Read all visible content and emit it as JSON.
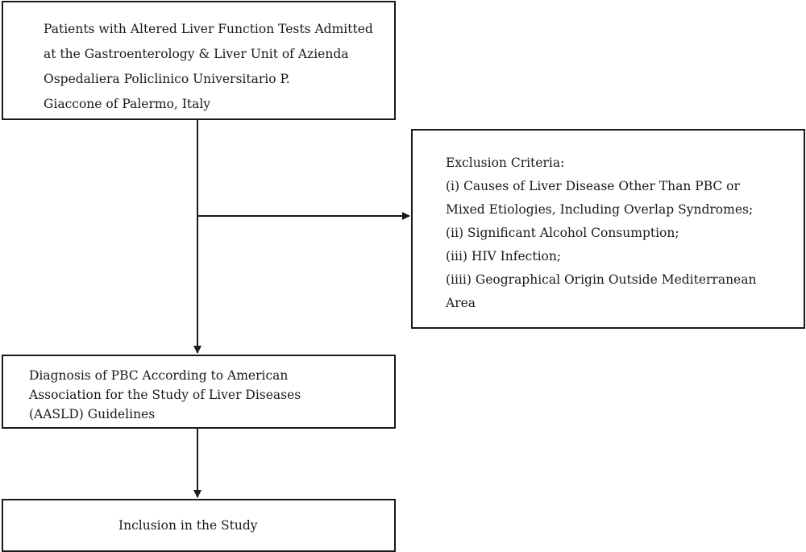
{
  "patients_box": {
    "lines": [
      "Patients with Altered Liver Function Tests Admitted",
      "at the Gastroenterology & Liver Unit of Azienda",
      "Ospedaliera Policlinico Universitario P.",
      "Giaccone of Palermo, Italy"
    ]
  },
  "exclusion_box": {
    "lines": [
      "Exclusion Criteria:",
      "(i) Causes of Liver Disease Other Than PBC or",
      "Mixed Etiologies, Including Overlap Syndromes;",
      "(ii) Significant Alcohol Consumption;",
      "(iii) HIV Infection;",
      "(iiii) Geographical Origin Outside Mediterranean",
      "Area"
    ]
  },
  "diagnosis_box": {
    "lines": [
      "Diagnosis of PBC According to American",
      "Association for the Study of Liver Diseases",
      "(AASLD) Guidelines"
    ]
  },
  "inclusion_box": {
    "text": "Inclusion in the Study"
  }
}
